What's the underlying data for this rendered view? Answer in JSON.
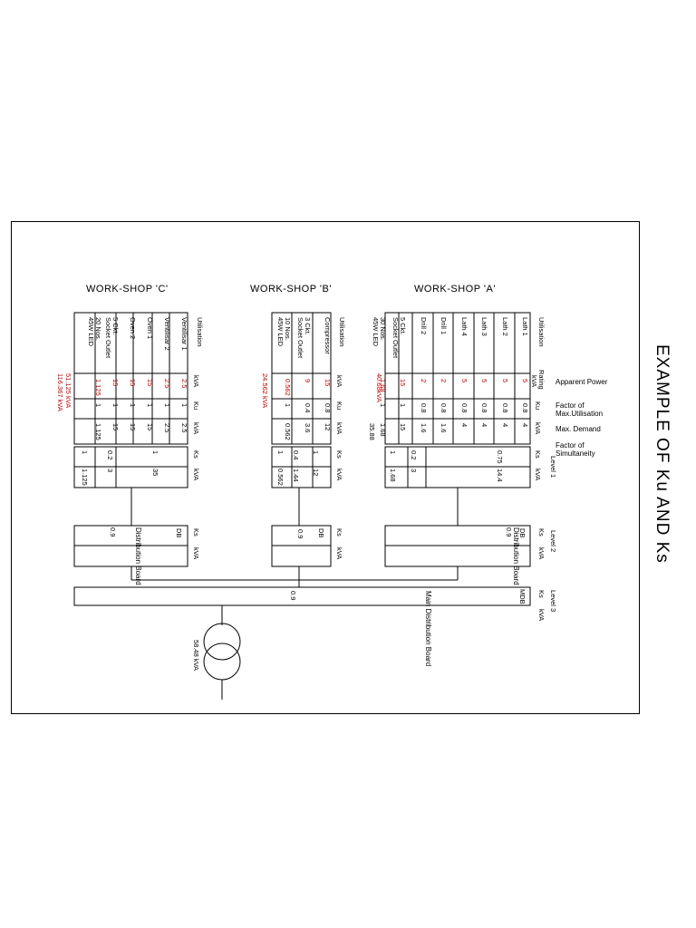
{
  "title": "EXAMPLE OF Ku AND Ks",
  "legend": {
    "apparent_power": "Apparent Power",
    "factor_max_1": "Factor of",
    "factor_max_2": "Max.Utilisation",
    "max_demand": "Max. Demand",
    "factor_sim_1": "Factor of",
    "factor_sim_2": "Simultaneity",
    "level1": "Level 1",
    "level2": "Level 2",
    "level3": "Level 3"
  },
  "col_headers": {
    "utilisation": "Utilisation",
    "rating": "Rating",
    "kva": "kVA",
    "ku": "Ku",
    "ks": "Ks",
    "db": "DB",
    "mdb": "MDB"
  },
  "workshops": {
    "a": {
      "title": "WORK-SHOP 'A'",
      "items": [
        {
          "name": "Lath 1",
          "kva": "5",
          "ku": "0.8",
          "kva2": "4"
        },
        {
          "name": "Lath 2",
          "kva": "5",
          "ku": "0.8",
          "kva2": "4"
        },
        {
          "name": "Lath 3",
          "kva": "5",
          "ku": "0.8",
          "kva2": "4"
        },
        {
          "name": "Lath 4",
          "kva": "5",
          "ku": "0.8",
          "kva2": "4"
        },
        {
          "name": "Drill 1",
          "kva": "2",
          "ku": "0.8",
          "kva2": "1.6"
        },
        {
          "name": "Drill 2",
          "kva": "2",
          "ku": "0.8",
          "kva2": "1.6"
        },
        {
          "name": "5 Ckt.\nSocket Outlet",
          "kva": "15",
          "ku": "1",
          "kva2": "15"
        },
        {
          "name": "30 Nos.\n45W LED",
          "kva": "1.68",
          "ku": "1",
          "kva2": "1.68"
        }
      ],
      "total_kva": "40.68kVA",
      "total_demand": "35.88",
      "ks": [
        "0.75",
        "0.2",
        "1"
      ],
      "ks_kva": [
        "14.4",
        "3",
        "1.68"
      ],
      "db_label": "Distribution Board",
      "db_ks": "0.9"
    },
    "b": {
      "title": "WORK-SHOP 'B'",
      "items": [
        {
          "name": "Compressor",
          "kva": "15",
          "ku": "0.8",
          "kva2": "12"
        },
        {
          "name": "3 Ckt.\nSocket Outlet",
          "kva": "9",
          "ku": "0.4",
          "kva2": "3.6"
        },
        {
          "name": "10 Nos.\n45W LED",
          "kva": "0.562",
          "ku": "1",
          "kva2": "0.562"
        }
      ],
      "total_kva": "24.562 kVA",
      "ks": [
        "1",
        "0.4",
        "1"
      ],
      "ks_kva": [
        "12",
        "1.44",
        "0.562"
      ],
      "db_ks": "0.9"
    },
    "c": {
      "title": "WORK-SHOP 'C'",
      "items": [
        {
          "name": "Ventilisar 1",
          "kva": "2.5",
          "ku": "1",
          "kva2": "2.5"
        },
        {
          "name": "Ventilisar 2",
          "kva": "2.5",
          "ku": "1",
          "kva2": "2.5"
        },
        {
          "name": "Oven 1",
          "kva": "15",
          "ku": "1",
          "kva2": "15"
        },
        {
          "name": "Oven 2",
          "kva": "15",
          "ku": "1",
          "kva2": "15"
        },
        {
          "name": "5 Ckt.\nSocket Outlet",
          "kva": "15",
          "ku": "1",
          "kva2": "15"
        },
        {
          "name": "20 Nos.\n45W LED",
          "kva": "1.125",
          "ku": "1",
          "kva2": "1.125"
        }
      ],
      "total_kva": "51.125 kVA",
      "total_kva2": "116.367 kVA",
      "ks": [
        "1",
        "0.2",
        "1"
      ],
      "ks_kva": [
        "35",
        "3",
        "1.125"
      ],
      "db_label": "Distribution Board",
      "db_ks": "0.9"
    }
  },
  "mdb": {
    "label": "Main Distribution Board",
    "ks": "0.9"
  },
  "transformer": {
    "kva": "58.48 kVA"
  }
}
